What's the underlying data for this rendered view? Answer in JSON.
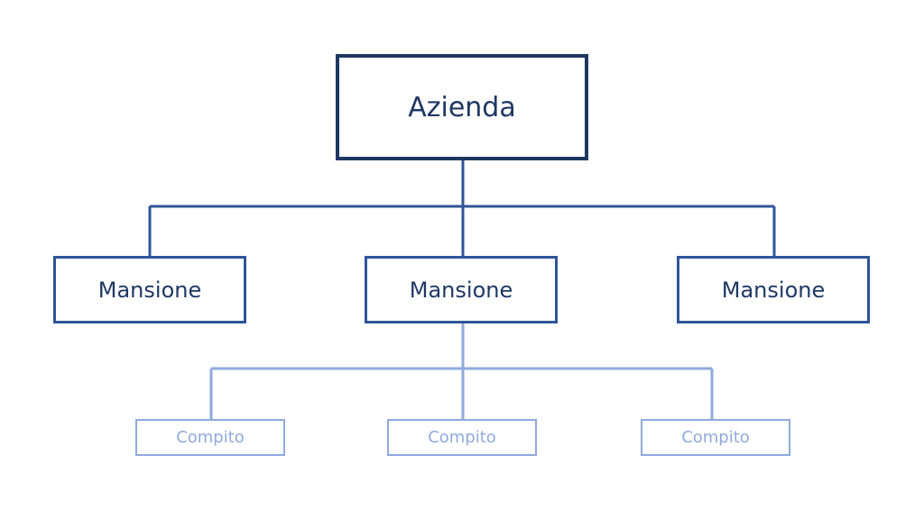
{
  "diagram": {
    "root": {
      "label": "Azienda"
    },
    "mansioni": [
      {
        "label": "Mansione"
      },
      {
        "label": "Mansione"
      },
      {
        "label": "Mansione"
      }
    ],
    "compiti": [
      {
        "label": "Compito"
      },
      {
        "label": "Compito"
      },
      {
        "label": "Compito"
      }
    ]
  },
  "colors": {
    "root_border": "#1f3864",
    "level1_line": "#2f5597",
    "level2_line": "#8faadc",
    "text_dark": "#1f3864",
    "text_light": "#8faadc"
  }
}
